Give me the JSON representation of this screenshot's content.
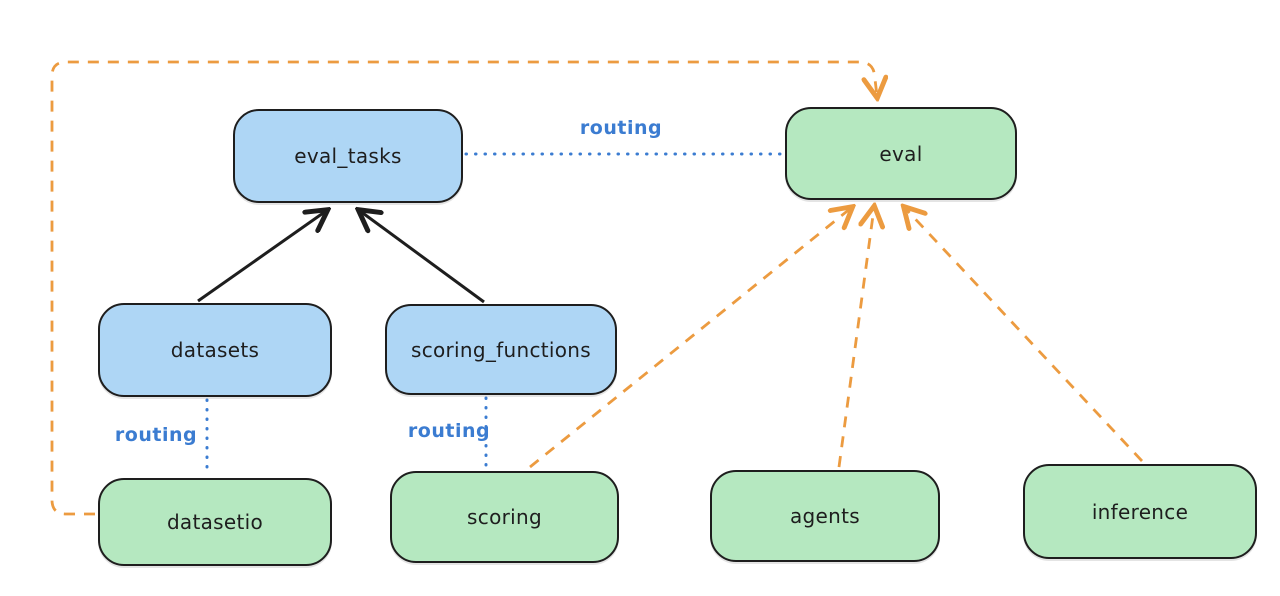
{
  "diagram": {
    "nodes": [
      {
        "id": "eval_tasks",
        "label": "eval_tasks",
        "kind": "resource",
        "fill": "#aed6f5"
      },
      {
        "id": "eval",
        "label": "eval",
        "kind": "api",
        "fill": "#b5e8c0"
      },
      {
        "id": "datasets",
        "label": "datasets",
        "kind": "resource",
        "fill": "#aed6f5"
      },
      {
        "id": "scoring_functions",
        "label": "scoring_functions",
        "kind": "resource",
        "fill": "#aed6f5"
      },
      {
        "id": "datasetio",
        "label": "datasetio",
        "kind": "api",
        "fill": "#b5e8c0"
      },
      {
        "id": "scoring",
        "label": "scoring",
        "kind": "api",
        "fill": "#b5e8c0"
      },
      {
        "id": "agents",
        "label": "agents",
        "kind": "api",
        "fill": "#b5e8c0"
      },
      {
        "id": "inference",
        "label": "inference",
        "kind": "api",
        "fill": "#b5e8c0"
      }
    ],
    "edge_labels": [
      {
        "id": "routing-eval-tasks-eval",
        "label": "routing"
      },
      {
        "id": "routing-datasets-datasetio",
        "label": "routing"
      },
      {
        "id": "routing-scoringfns-scoring",
        "label": "routing"
      }
    ],
    "edges": [
      {
        "from": "datasets",
        "to": "eval_tasks",
        "style": "solid-arrow",
        "color": "#1e1e1e"
      },
      {
        "from": "scoring_functions",
        "to": "eval_tasks",
        "style": "solid-arrow",
        "color": "#1e1e1e"
      },
      {
        "from": "eval_tasks",
        "to": "eval",
        "style": "dotted-line",
        "color": "#3b7cd1",
        "label": "routing"
      },
      {
        "from": "datasets",
        "to": "datasetio",
        "style": "dotted-line",
        "color": "#3b7cd1",
        "label": "routing"
      },
      {
        "from": "scoring_functions",
        "to": "scoring",
        "style": "dotted-line",
        "color": "#3b7cd1",
        "label": "routing"
      },
      {
        "from": "datasetio",
        "to": "eval",
        "style": "dashed-arrow",
        "color": "#ec9b40"
      },
      {
        "from": "scoring",
        "to": "eval",
        "style": "dashed-arrow",
        "color": "#ec9b40"
      },
      {
        "from": "agents",
        "to": "eval",
        "style": "dashed-arrow",
        "color": "#ec9b40"
      },
      {
        "from": "inference",
        "to": "eval",
        "style": "dashed-arrow",
        "color": "#ec9b40"
      }
    ],
    "colors": {
      "node_blue_fill": "#aed6f5",
      "node_green_fill": "#b5e8c0",
      "node_border": "#1e1e1e",
      "solid_arrow": "#1e1e1e",
      "dashed_orange": "#ec9b40",
      "dotted_blue": "#3b7cd1",
      "routing_label": "#3b7cd1",
      "background": "#ffffff"
    }
  }
}
